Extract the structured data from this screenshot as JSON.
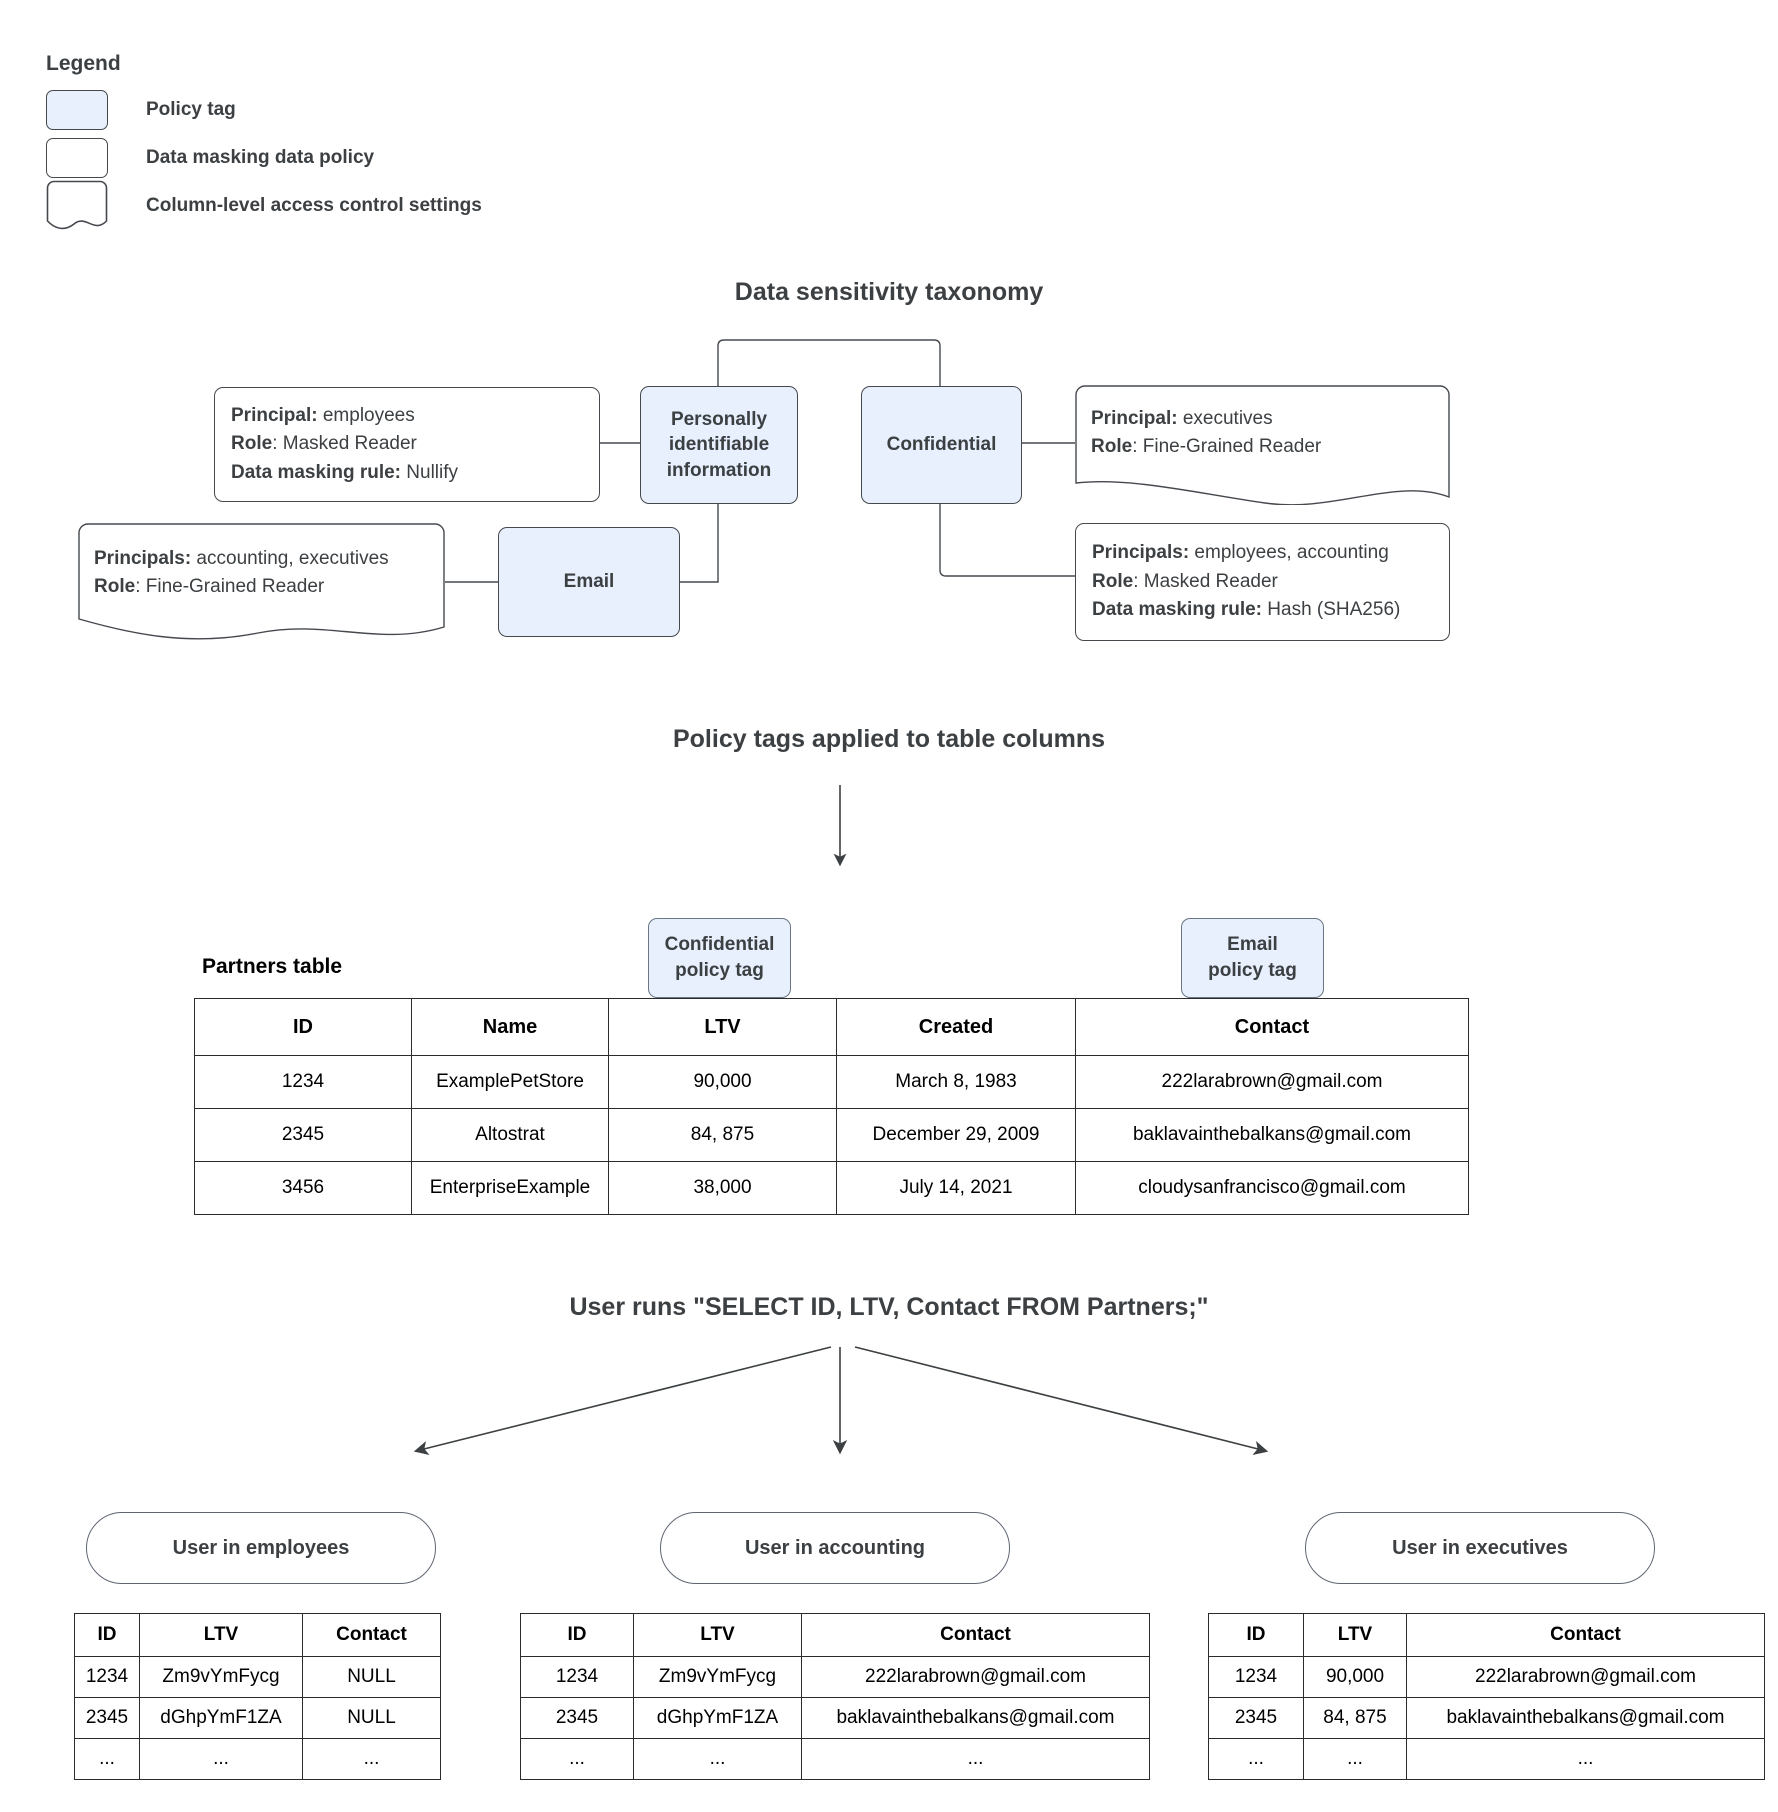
{
  "legend": {
    "title": "Legend",
    "items": [
      {
        "swatch": "policy-tag-swatch",
        "label": "Policy tag"
      },
      {
        "swatch": "data-masking-swatch",
        "label": "Data masking data policy"
      },
      {
        "swatch": "column-access-swatch",
        "label": "Column-level access control settings"
      }
    ]
  },
  "colors": {
    "policy_tag_fill": "#e8f0fe",
    "stroke": "#45494e",
    "title_text": "#3c4043",
    "table_border": "#2b2b2b"
  },
  "taxonomy": {
    "title": "Data sensitivity taxonomy",
    "nodes": {
      "pii": "Personally\nidentifiable\ninformation",
      "pii_line1": "Personally",
      "pii_line2": "identifiable",
      "pii_line3": "information",
      "confidential": "Confidential",
      "email": "Email"
    },
    "policies": {
      "pii_masking": {
        "principal_label": "Principal:",
        "principal_value": " employees",
        "role_label": "Role",
        "role_value": ": Masked Reader",
        "rule_label": "Data masking rule:",
        "rule_value": " Nullify"
      },
      "email_acl": {
        "principal_label": "Principals:",
        "principal_value": " accounting, executives",
        "role_label": "Role",
        "role_value": ": Fine-Grained Reader"
      },
      "confidential_acl": {
        "principal_label": "Principal:",
        "principal_value": " executives",
        "role_label": "Role",
        "role_value": ": Fine-Grained Reader"
      },
      "confidential_masking": {
        "principal_label": "Principals:",
        "principal_value": " employees, accounting",
        "role_label": "Role",
        "role_value": ": Masked Reader",
        "rule_label": "Data masking rule:",
        "rule_value": " Hash (SHA256)"
      }
    }
  },
  "applied": {
    "title": "Policy tags applied to table columns",
    "table_caption": "Partners table",
    "column_tags": {
      "confidential": {
        "line1": "Confidential",
        "line2": "policy tag"
      },
      "email": {
        "line1": "Email",
        "line2": "policy tag"
      }
    }
  },
  "partners_table": {
    "columns": [
      "ID",
      "Name",
      "LTV",
      "Created",
      "Contact"
    ],
    "rows": [
      [
        "1234",
        "ExamplePetStore",
        "90,000",
        "March 8, 1983",
        "222larabrown@gmail.com"
      ],
      [
        "2345",
        "Altostrat",
        "84, 875",
        "December 29, 2009",
        "baklavainthebalkans@gmail.com"
      ],
      [
        "3456",
        "EnterpriseExample",
        "38,000",
        "July 14, 2021",
        "cloudysanfrancisco@gmail.com"
      ]
    ]
  },
  "query": {
    "title": "User runs \"SELECT ID, LTV, Contact FROM Partners;\""
  },
  "results": [
    {
      "role": "User in employees",
      "columns": [
        "ID",
        "LTV",
        "Contact"
      ],
      "rows": [
        [
          "1234",
          "Zm9vYmFycg",
          "NULL"
        ],
        [
          "2345",
          "dGhpYmF1ZA",
          "NULL"
        ],
        [
          "...",
          "...",
          "..."
        ]
      ]
    },
    {
      "role": "User in accounting",
      "columns": [
        "ID",
        "LTV",
        "Contact"
      ],
      "rows": [
        [
          "1234",
          "Zm9vYmFycg",
          "222larabrown@gmail.com"
        ],
        [
          "2345",
          "dGhpYmF1ZA",
          "baklavainthebalkans@gmail.com"
        ],
        [
          "...",
          "...",
          "..."
        ]
      ]
    },
    {
      "role": "User in executives",
      "columns": [
        "ID",
        "LTV",
        "Contact"
      ],
      "rows": [
        [
          "1234",
          "90,000",
          "222larabrown@gmail.com"
        ],
        [
          "2345",
          "84, 875",
          "baklavainthebalkans@gmail.com"
        ],
        [
          "...",
          "...",
          "..."
        ]
      ]
    }
  ]
}
